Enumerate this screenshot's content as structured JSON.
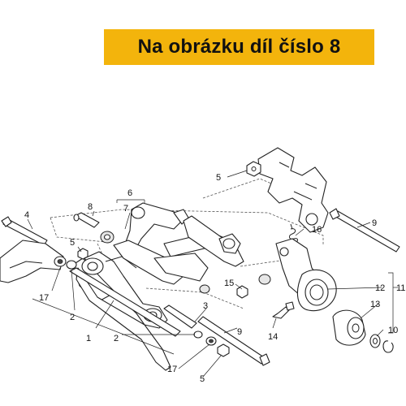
{
  "banner": {
    "text": "Na obrázku díl číslo 8"
  },
  "callouts": {
    "c1": "1",
    "c2a": "2",
    "c2b": "2",
    "c3": "3",
    "c4": "4",
    "c5a": "5",
    "c5b": "5",
    "c5c": "5",
    "c6": "6",
    "c7": "7",
    "c8": "8",
    "c9a": "9",
    "c9b": "9",
    "c10": "10",
    "c11": "11",
    "c12": "12",
    "c13": "13",
    "c14": "14",
    "c15": "15",
    "c16": "16",
    "c17a": "17",
    "c17b": "17"
  },
  "colors": {
    "banner": "#f3b40c",
    "line": "#222222"
  }
}
